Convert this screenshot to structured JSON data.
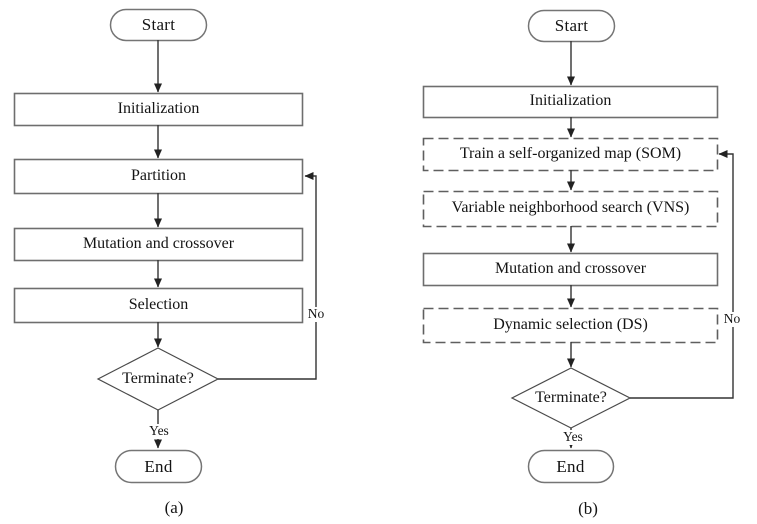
{
  "figure": {
    "type": "flowchart",
    "colors": {
      "background": "#ffffff",
      "shape_border": "#6e6e6e",
      "dashed_border": "#5f5f5f",
      "connector": "#333333",
      "text": "#141414"
    },
    "panels": [
      {
        "id": "a",
        "caption": "(a)",
        "nodes": [
          {
            "id": "start",
            "shape": "terminator",
            "label": "Start"
          },
          {
            "id": "initialization",
            "shape": "process",
            "label": "Initialization"
          },
          {
            "id": "partition",
            "shape": "process",
            "label": "Partition"
          },
          {
            "id": "mutation_crossover",
            "shape": "process",
            "label": "Mutation and crossover"
          },
          {
            "id": "selection",
            "shape": "process",
            "label": "Selection"
          },
          {
            "id": "terminate",
            "shape": "decision",
            "label": "Terminate?"
          },
          {
            "id": "end",
            "shape": "terminator",
            "label": "End"
          }
        ],
        "edges": [
          {
            "from": "start",
            "to": "initialization",
            "label": ""
          },
          {
            "from": "initialization",
            "to": "partition",
            "label": ""
          },
          {
            "from": "partition",
            "to": "mutation_crossover",
            "label": ""
          },
          {
            "from": "mutation_crossover",
            "to": "selection",
            "label": ""
          },
          {
            "from": "selection",
            "to": "terminate",
            "label": ""
          },
          {
            "from": "terminate",
            "to": "end",
            "label": "Yes"
          },
          {
            "from": "terminate",
            "to": "partition",
            "label": "No"
          }
        ]
      },
      {
        "id": "b",
        "caption": "(b)",
        "nodes": [
          {
            "id": "start",
            "shape": "terminator",
            "label": "Start"
          },
          {
            "id": "initialization",
            "shape": "process",
            "label": "Initialization"
          },
          {
            "id": "som",
            "shape": "process-dashed",
            "label": "Train a self-organized map (SOM)"
          },
          {
            "id": "vns",
            "shape": "process-dashed",
            "label": "Variable neighborhood search (VNS)"
          },
          {
            "id": "mutation_crossover",
            "shape": "process",
            "label": "Mutation and crossover"
          },
          {
            "id": "dynamic_selection",
            "shape": "process-dashed",
            "label": "Dynamic selection (DS)"
          },
          {
            "id": "terminate",
            "shape": "decision",
            "label": "Terminate?"
          },
          {
            "id": "end",
            "shape": "terminator",
            "label": "End"
          }
        ],
        "edges": [
          {
            "from": "start",
            "to": "initialization",
            "label": ""
          },
          {
            "from": "initialization",
            "to": "som",
            "label": ""
          },
          {
            "from": "som",
            "to": "vns",
            "label": ""
          },
          {
            "from": "vns",
            "to": "mutation_crossover",
            "label": ""
          },
          {
            "from": "mutation_crossover",
            "to": "dynamic_selection",
            "label": ""
          },
          {
            "from": "dynamic_selection",
            "to": "terminate",
            "label": ""
          },
          {
            "from": "terminate",
            "to": "end",
            "label": "Yes"
          },
          {
            "from": "terminate",
            "to": "som",
            "label": "No"
          }
        ]
      }
    ]
  }
}
